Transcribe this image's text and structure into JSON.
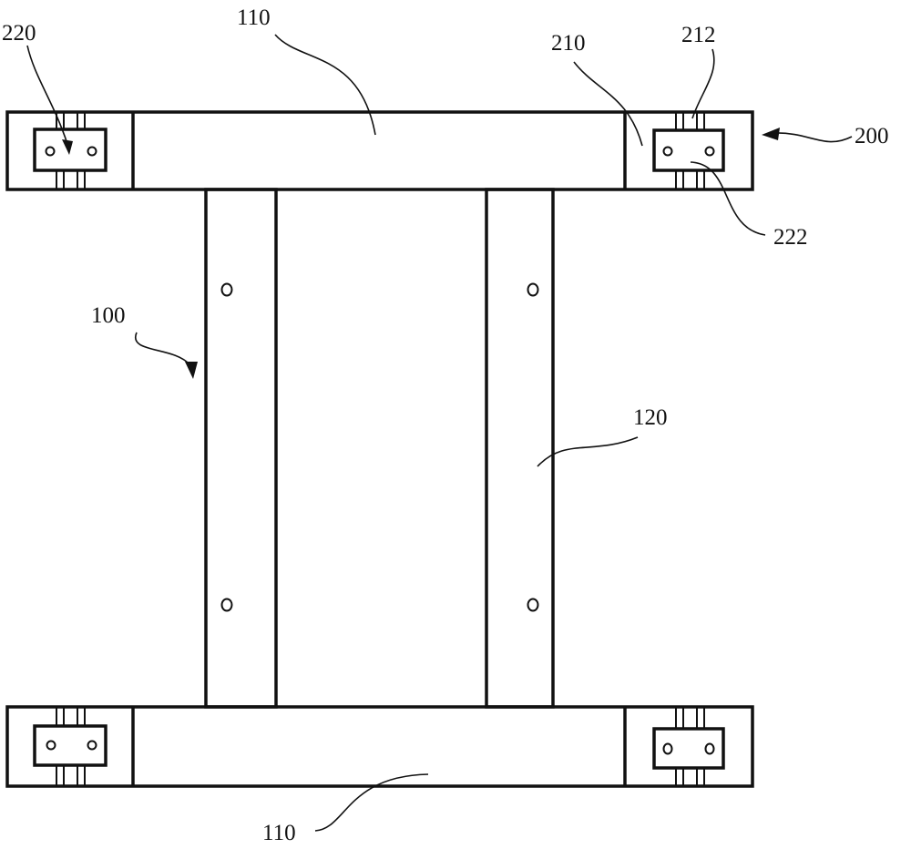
{
  "labels": {
    "top_crossbar": "110",
    "bottom_crossbar": "110",
    "frame": "100",
    "column": "120",
    "connector": "200",
    "connector_base": "210",
    "slot": "212",
    "block_left": "220",
    "block_right": "222"
  },
  "colors": {
    "line": "#111111",
    "background": "#ffffff"
  }
}
